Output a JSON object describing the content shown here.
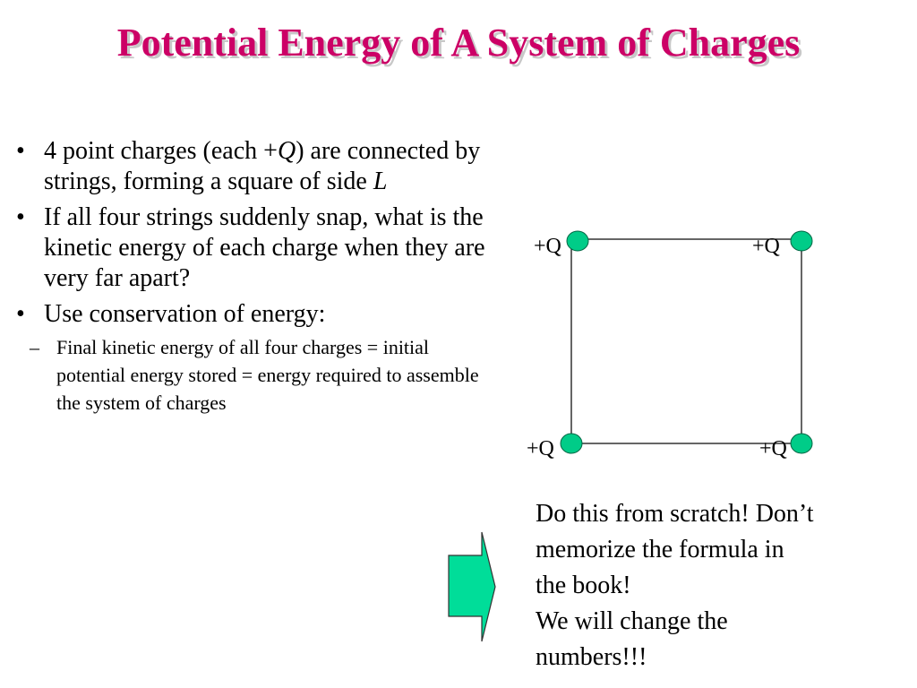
{
  "slide": {
    "title": "Potential Energy of A System of Charges"
  },
  "bullets": {
    "marker": "•",
    "sub_marker": "–",
    "b1": {
      "before": "4 point charges (each +",
      "italic": "Q",
      "middle": ") are connected by strings, forming a square of side ",
      "italic_end": "L"
    },
    "b2": "If all four strings suddenly snap, what is the kinetic energy of each charge when they are very far apart?",
    "b3": "Use conservation of energy:",
    "b3_sub": "Final kinetic energy of all four charges = initial potential energy stored = energy required to assemble the system of charges"
  },
  "diagram": {
    "charge_color": "#00cc88",
    "labels": {
      "top_left": "+Q",
      "top_right": "+Q",
      "bottom_left": "+Q",
      "bottom_right": "+Q"
    }
  },
  "note": {
    "lines": [
      "Do this from scratch! Don’t",
      "memorize the formula in",
      "the book!",
      "We will change the",
      "numbers!!!"
    ]
  },
  "colors": {
    "title": "#cc0066",
    "arrow_fill": "#00dd99"
  }
}
